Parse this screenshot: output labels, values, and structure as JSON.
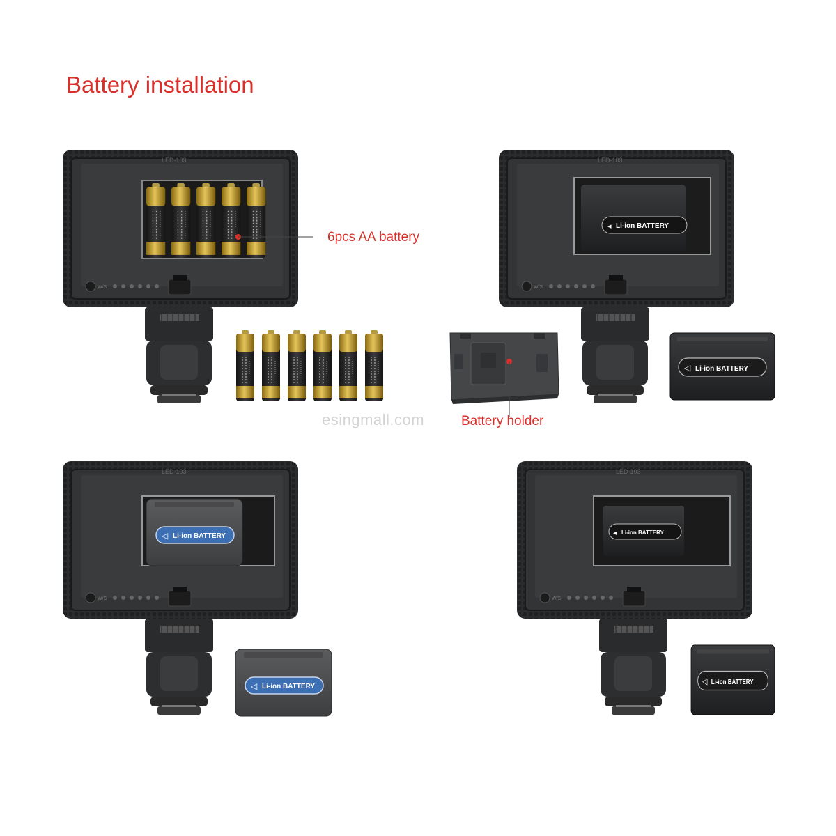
{
  "heading": "Battery installation",
  "callouts": {
    "aa": "6pcs AA battery",
    "holder": "Battery holder"
  },
  "watermark": "esingmall.com",
  "colors": {
    "accent": "#d9302b",
    "device_body": "#2b2c2e",
    "battery_gold": "#c9a227",
    "battery_blue_label": "#3d6fb5"
  },
  "battery_label_text": "Li-ion BATTERY"
}
